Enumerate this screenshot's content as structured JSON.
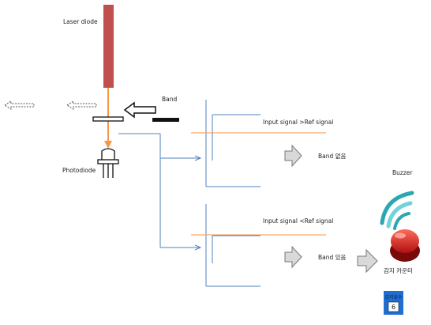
{
  "labels": {
    "laser_diode": "Laser diode",
    "band": "Band",
    "photodiode": "Photodiode",
    "input_gt_ref": "Input signal >Ref signal",
    "input_lt_ref": "Input signal <Ref signal",
    "band_absent": "Band 없음",
    "band_present": "Band 있음",
    "buzzer": "Buzzer",
    "detect_counter": "감지 카운터",
    "counter_title": "감지횟수",
    "counter_value": "6"
  },
  "colors": {
    "laser": "#c0504d",
    "beam": "#f79646",
    "signal_line": "#4f81bd",
    "ref_line": "#f79646",
    "arrow_fill": "#d9d9d9",
    "counter_bg": "#1f6fd1"
  }
}
